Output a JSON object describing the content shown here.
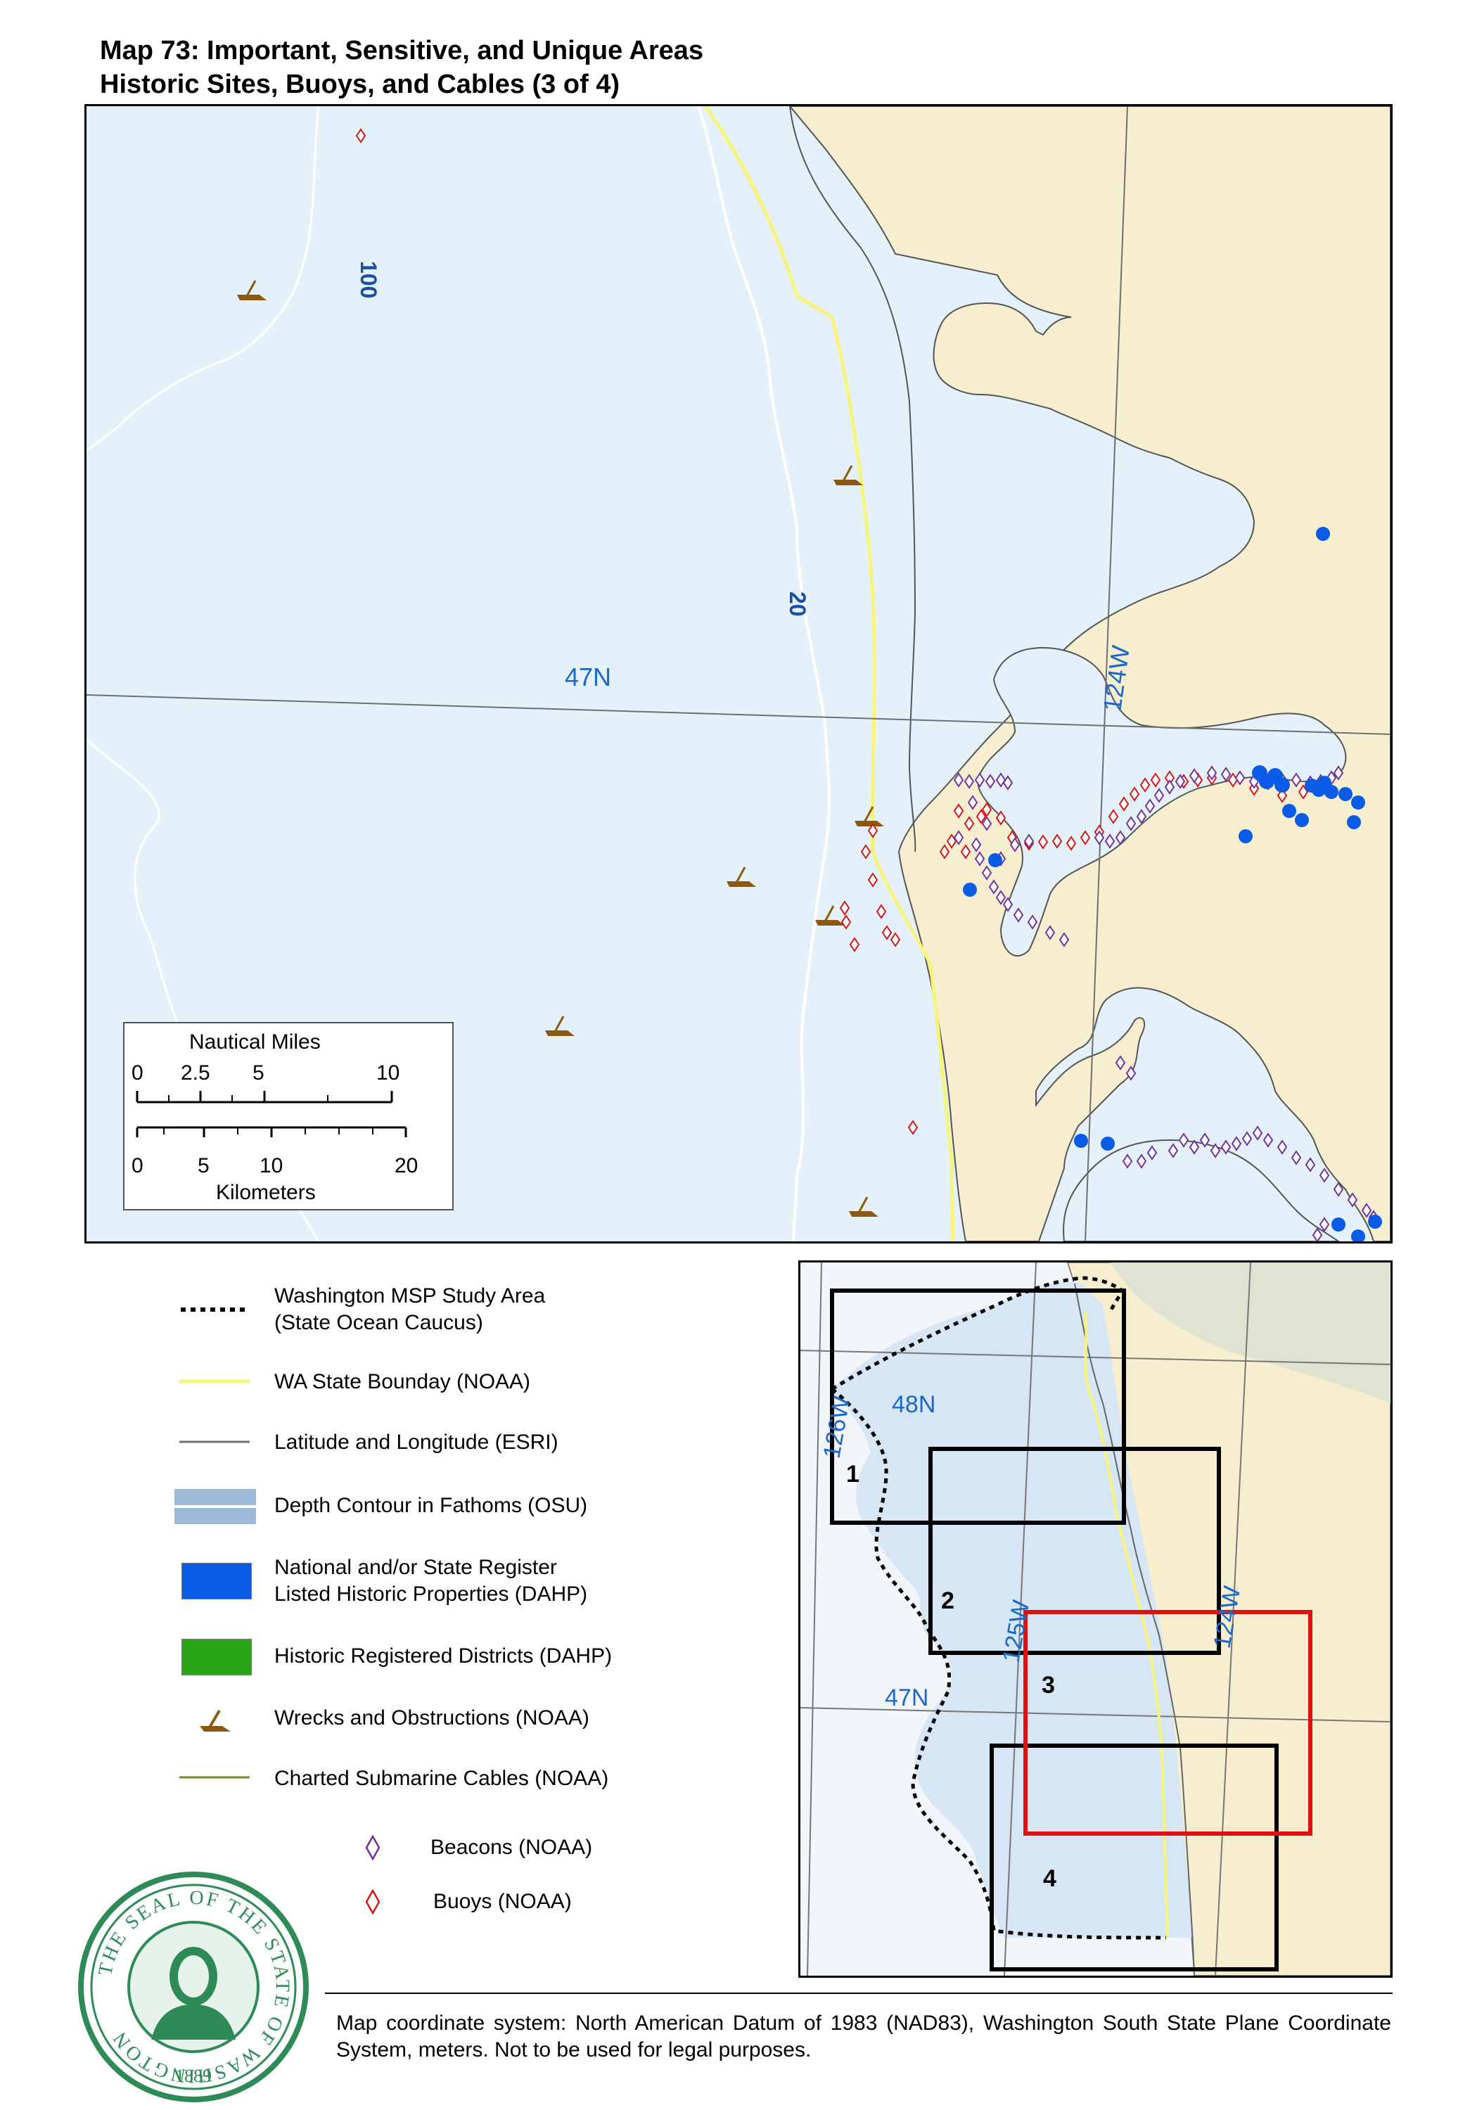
{
  "title": {
    "line1": "Map 73: Important, Sensitive, and Unique Areas",
    "line2": "Historic Sites, Buoys, and Cables (3 of 4)"
  },
  "main_map": {
    "depth_labels": [
      "100",
      "20"
    ],
    "graticule_labels": [
      "47N",
      "124W"
    ]
  },
  "scale_bar": {
    "nautical_title": "Nautical Miles",
    "nautical_ticks": [
      "0",
      "2.5",
      "5",
      "10"
    ],
    "km_ticks": [
      "0",
      "5",
      "10",
      "20"
    ],
    "km_title": "Kilometers"
  },
  "legend": {
    "items": [
      {
        "label_line1": "Washington MSP Study Area",
        "label_line2": "(State Ocean Caucus)",
        "symbol": "dotted-line"
      },
      {
        "label_line1": "WA State Bounday (NOAA)",
        "symbol": "yellow-line"
      },
      {
        "label_line1": "Latitude and Longitude (ESRI)",
        "symbol": "gray-line"
      },
      {
        "label_line1": "Depth Contour in Fathoms (OSU)",
        "symbol": "depth-contour-swatch"
      },
      {
        "label_line1": "National and/or State Register",
        "label_line2": "Listed Historic Properties (DAHP)",
        "symbol": "blue-swatch"
      },
      {
        "label_line1": "Historic Registered Districts (DAHP)",
        "symbol": "green-swatch"
      },
      {
        "label_line1": "Wrecks and Obstructions (NOAA)",
        "symbol": "wreck-icon"
      },
      {
        "label_line1": "Charted Submarine Cables (NOAA)",
        "symbol": "olive-line"
      },
      {
        "label_line1": "Beacons (NOAA)",
        "symbol": "purple-diamond"
      },
      {
        "label_line1": "Buoys (NOAA)",
        "symbol": "red-diamond"
      }
    ]
  },
  "inset_map": {
    "graticule_labels": [
      "126W",
      "48N",
      "125W",
      "124W",
      "47N"
    ],
    "panel_numbers": [
      "1",
      "2",
      "3",
      "4"
    ],
    "highlighted_panel": "3"
  },
  "seal": {
    "text": "THE SEAL OF THE STATE OF WASHINGTON",
    "year": "1889"
  },
  "footer": {
    "text": "Map coordinate system: North American Datum of 1983 (NAD83), Washington South State Plane Coordinate System, meters. Not to be used for legal purposes."
  },
  "colors": {
    "water": "#e4f1fa",
    "land": "#f6eecf",
    "state_boundary": "#f6f47a",
    "graticule": "#6e6e6e",
    "historic_property": "#0a5ce6",
    "historic_district": "#2aa515",
    "beacon": "#7030a0",
    "buoy": "#d41515",
    "wreck": "#8b5a10",
    "cable": "#6b8e23",
    "inset_highlight": "#e01010"
  }
}
